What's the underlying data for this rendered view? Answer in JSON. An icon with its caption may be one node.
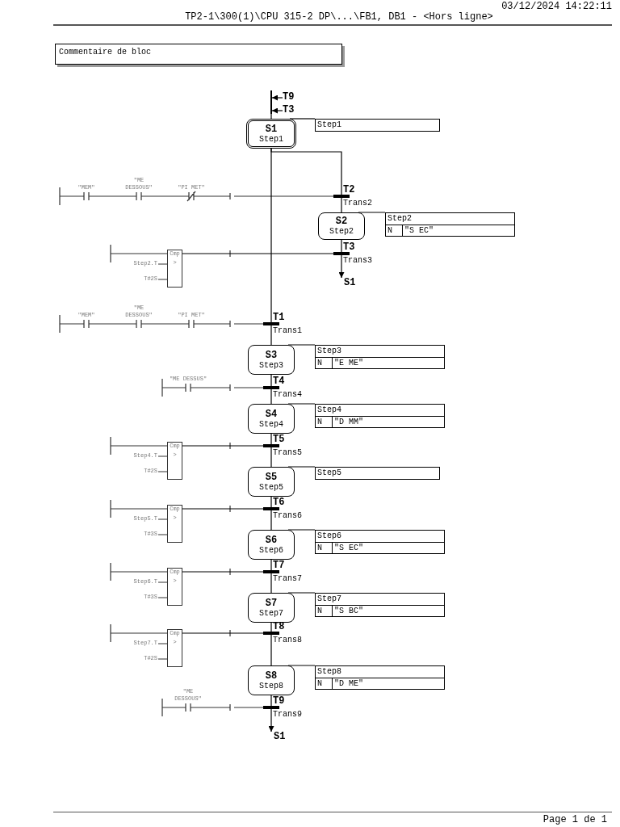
{
  "diagram": {
    "nodes": [
      {
        "text": [
          "Commentaire de bloc"
        ]
      },
      {
        "text": [
          "T9"
        ]
      },
      {
        "text": [
          "T3"
        ]
      },
      {
        "text": [
          "S1",
          "Step1"
        ]
      },
      {
        "text": [
          "Step1"
        ]
      },
      {
        "text": [],
        "shape": "bar",
        "beside": [
          "T2",
          "Trans2"
        ]
      },
      {
        "text": [
          "S2",
          "Step2"
        ]
      },
      {
        "text": [
          "Step2",
          "N",
          "\"S EC\""
        ]
      },
      {
        "text": [
          "Cmp",
          ">"
        ]
      },
      {
        "text": [],
        "shape": "bar",
        "beside": [
          "T3",
          "Trans3"
        ]
      },
      {
        "text": [
          "S1"
        ]
      },
      {
        "text": [],
        "shape": "bar",
        "beside": [
          "T1",
          "Trans1"
        ]
      },
      {
        "text": [
          "S3",
          "Step3"
        ]
      },
      {
        "text": [
          "Step3",
          "N",
          "\"E ME\""
        ]
      },
      {
        "text": [],
        "shape": "bar",
        "beside": [
          "T4",
          "Trans4"
        ]
      },
      {
        "text": [
          "S4",
          "Step4"
        ]
      },
      {
        "text": [
          "Step4",
          "N",
          "\"D MM\""
        ]
      },
      {
        "text": [
          "Cmp",
          ">"
        ]
      },
      {
        "text": [],
        "shape": "bar",
        "beside": [
          "T5",
          "Trans5"
        ]
      },
      {
        "text": [
          "S5",
          "Step5"
        ]
      },
      {
        "text": [
          "Step5"
        ]
      },
      {
        "text": [
          "Cmp",
          ">"
        ]
      },
      {
        "text": [],
        "shape": "bar",
        "beside": [
          "T6",
          "Trans6"
        ]
      },
      {
        "text": [
          "S6",
          "Step6"
        ]
      },
      {
        "text": [
          "Step6",
          "N",
          "\"S EC\""
        ]
      },
      {
        "text": [
          "Cmp",
          ">"
        ]
      },
      {
        "text": [],
        "shape": "bar",
        "beside": [
          "T7",
          "Trans7"
        ]
      },
      {
        "text": [
          "S7",
          "Step7"
        ]
      },
      {
        "text": [
          "Step7",
          "N",
          "\"S BC\""
        ]
      },
      {
        "text": [
          "Cmp",
          ">"
        ]
      },
      {
        "text": [],
        "shape": "bar",
        "beside": [
          "T8",
          "Trans8"
        ]
      },
      {
        "text": [
          "S8",
          "Step8"
        ]
      },
      {
        "text": [
          "Step8",
          "N",
          "\"D ME\""
        ]
      },
      {
        "text": [],
        "shape": "bar",
        "beside": [
          "T9",
          "Trans9"
        ]
      },
      {
        "text": [
          "S1"
        ]
      },
      {
        "text": [],
        "shape": "line"
      }
    ],
    "edges": [
      {
        "from": 1,
        "to": 35,
        "arrow": "to"
      },
      {
        "from": 2,
        "to": 35,
        "arrow": "to"
      },
      {
        "from": 35,
        "to": 3,
        "arrow": "none"
      },
      {
        "from": 3,
        "to": 5,
        "arrow": "none"
      },
      {
        "from": 5,
        "to": 6,
        "arrow": "none"
      },
      {
        "from": 6,
        "to": 9,
        "arrow": "none"
      },
      {
        "from": 9,
        "to": 10,
        "arrow": "to"
      },
      {
        "from": 3,
        "to": 11,
        "arrow": "none"
      },
      {
        "from": 11,
        "to": 12,
        "arrow": "none"
      },
      {
        "from": 12,
        "to": 14,
        "arrow": "none"
      },
      {
        "from": 14,
        "to": 15,
        "arrow": "none"
      },
      {
        "from": 15,
        "to": 18,
        "arrow": "none"
      },
      {
        "from": 18,
        "to": 19,
        "arrow": "none"
      },
      {
        "from": 19,
        "to": 22,
        "arrow": "none"
      },
      {
        "from": 22,
        "to": 23,
        "arrow": "none"
      },
      {
        "from": 23,
        "to": 26,
        "arrow": "none"
      },
      {
        "from": 26,
        "to": 27,
        "arrow": "none"
      },
      {
        "from": 27,
        "to": 30,
        "arrow": "none"
      },
      {
        "from": 30,
        "to": 31,
        "arrow": "none"
      },
      {
        "from": 31,
        "to": 33,
        "arrow": "none"
      },
      {
        "from": 33,
        "to": 34,
        "arrow": "to"
      },
      {
        "from": 3,
        "to": 4,
        "arrow": "none"
      },
      {
        "from": 6,
        "to": 7,
        "arrow": "none"
      },
      {
        "from": 12,
        "to": 13,
        "arrow": "none"
      },
      {
        "from": 15,
        "to": 16,
        "arrow": "none"
      },
      {
        "from": 19,
        "to": 20,
        "arrow": "none"
      },
      {
        "from": 23,
        "to": 24,
        "arrow": "none"
      },
      {
        "from": 27,
        "to": 28,
        "arrow": "none"
      },
      {
        "from": 31,
        "to": 32,
        "arrow": "none"
      },
      {
        "from": 8,
        "to": 9,
        "arrow": "none"
      },
      {
        "from": 17,
        "to": 18,
        "arrow": "none"
      },
      {
        "from": 21,
        "to": 22,
        "arrow": "none"
      },
      {
        "from": 25,
        "to": 26,
        "arrow": "none"
      },
      {
        "from": 29,
        "to": 30,
        "arrow": "none"
      }
    ],
    "labels": [
      "TP2-1\\300(1)\\CPU 315-2 DP\\...\\FB1, DB1 - <Hors ligne>",
      "03/12/2024 14:22:11",
      "\"MEM\"",
      "\"ME DESSOUS\"",
      "\"PI MET\"",
      "Step2.T",
      "T#2S",
      "\"MEM\"",
      "\"ME DESSOUS\"",
      "\"PI MET\"",
      "\"ME DESSUS\"",
      "Step4.T",
      "T#2S",
      "Step5.T",
      "T#3S",
      "Step6.T",
      "T#3S",
      "Step7.T",
      "T#2S",
      "\"ME DESSOUS\"",
      "Page 1 de 1"
    ]
  }
}
